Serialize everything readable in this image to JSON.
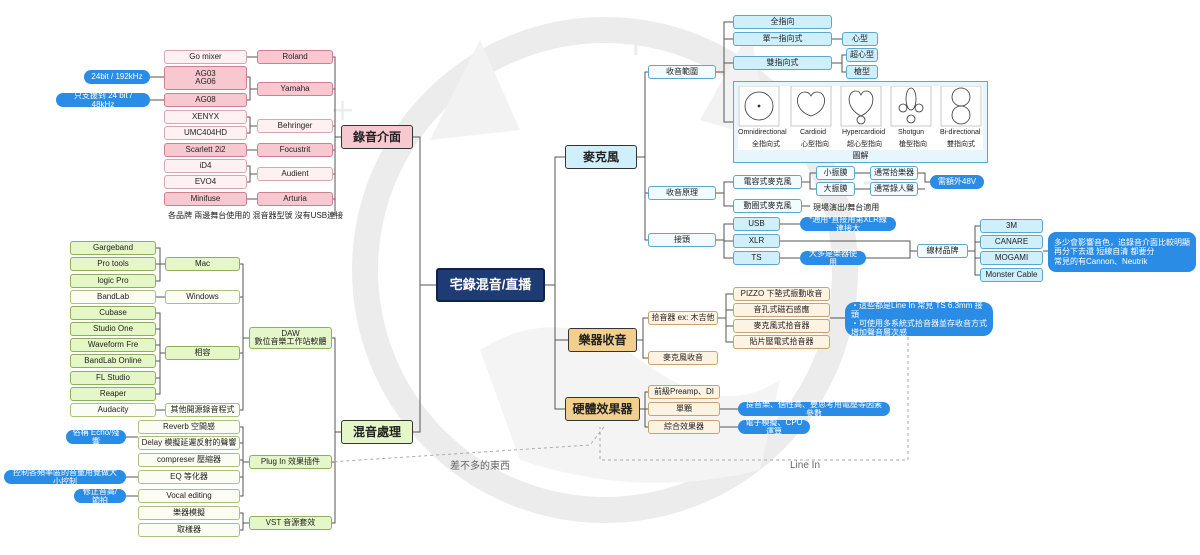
{
  "root": "宅錄混音/直播",
  "colors": {
    "root": "#1e3b73",
    "audio": "#f8c8d0",
    "mixing": "#e5f6c9",
    "instrument": "#f3cf8e",
    "mic": "#cfeffb",
    "callout": "#2b8ce6"
  },
  "audio_interface": {
    "title": "錄音介面",
    "devices": [
      "Go mixer",
      "AG03\nAG06",
      "AG08",
      "XENYX",
      "UMC404HD",
      "Scarlett 2i2",
      "iD4",
      "EVO4",
      "Minifuse"
    ],
    "brands": [
      "Roland",
      "Yamaha",
      "Behringer",
      "Focustrit",
      "Audient",
      "Arturia"
    ],
    "note": "各品牌 兩邊舞台使用的 混音器型號 沒有USB連接",
    "callouts": [
      "24bit / 192kHz",
      "只支援到 24 bit / 48kHz"
    ]
  },
  "mixing": {
    "title": "混音處理",
    "daw": "DAW\n數位音樂工作站軟體",
    "daw_groups": [
      "Mac",
      "Windows",
      "相容",
      "其他開源錄音程式"
    ],
    "daw_items": [
      "Gargeband",
      "Pro tools",
      "logic Pro",
      "BandLab",
      "Cubase",
      "Studio One",
      "Waveform Fre",
      "BandLab Online",
      "FL Studio",
      "Reaper",
      "Audacity"
    ],
    "plugin": "Plug In 效果插件",
    "plugin_items": [
      "Reverb 空間感",
      "Delay 模擬延遲反射的聲響",
      "compreser 壓縮器",
      "EQ 等化器",
      "Vocal editing"
    ],
    "vst": "VST 音源套效",
    "vst_items": [
      "樂器模擬",
      "取樣器"
    ],
    "callouts": [
      "俗稱 Echo/殘響",
      "控制各頻率區的音量用覺做大小控制",
      "修正音高/節拍"
    ]
  },
  "microphone": {
    "title": "麥克風",
    "pickup": "收音範圍",
    "pickup_items": [
      "全指向",
      "單一指向式",
      "雙指向式"
    ],
    "cardioid": "心型",
    "pattern_items": [
      "超心型",
      "槍型"
    ],
    "diagram_label": "圖解",
    "patterns": [
      {
        "en": "Omnidirectional",
        "zh": "全指向式"
      },
      {
        "en": "Cardioid",
        "zh": "心型指向"
      },
      {
        "en": "Hypercardioid",
        "zh": "超心型指向"
      },
      {
        "en": "Shotgun",
        "zh": "槍型指向"
      },
      {
        "en": "Bi-directional",
        "zh": "雙指向式"
      }
    ],
    "principle": "收音原理",
    "condenser": "電容式麥克風",
    "condenser_items": [
      "小振膜",
      "大振膜"
    ],
    "condenser_uses": [
      "通常拾樂器",
      "通常錄人聲"
    ],
    "phantom": "需額外48V",
    "dynamic": "動圈式麥克風",
    "dynamic_use": "現場演出/舞台適用",
    "connector": "接頭",
    "connectors": [
      "USB",
      "XLR",
      "TS"
    ],
    "usb_note": "*通用*直接用第XLR線連接大",
    "ts_note": "大多是樂器使用",
    "cable": "線材品牌",
    "cable_brands": [
      "3M",
      "CANARE",
      "MOGAMI",
      "Monster Cable"
    ],
    "cable_note": "多少會影響音色，追錄音介面比較明顯\n再分下去還 短線自清 都要分\n常見的有Cannon、Neutrik"
  },
  "instrument": {
    "title": "樂器收音",
    "pickup": "拾音器 ex: 木吉他",
    "pickup_items": [
      "PIZZO 下墊式振動收音",
      "音孔式磁石感應",
      "麥克風式拾音器",
      "貼片壓電式拾音器"
    ],
    "mic_pickup": "麥克風收音",
    "callout": "・這些都是Line In 常見 TS 6.3mm 接頭\n・可使用多系統式拾音器並存收音方式\n增加聲音層次感"
  },
  "hardware": {
    "title": "硬體效果器",
    "items": [
      "前級Preamp、DI",
      "單顆",
      "綜合效果器"
    ],
    "callouts": [
      "提音樂、個性高、要思考用電壓等因素參數",
      "電子模擬、CPU運算"
    ],
    "note_left": "差不多的東西",
    "note_right": "Line In"
  }
}
